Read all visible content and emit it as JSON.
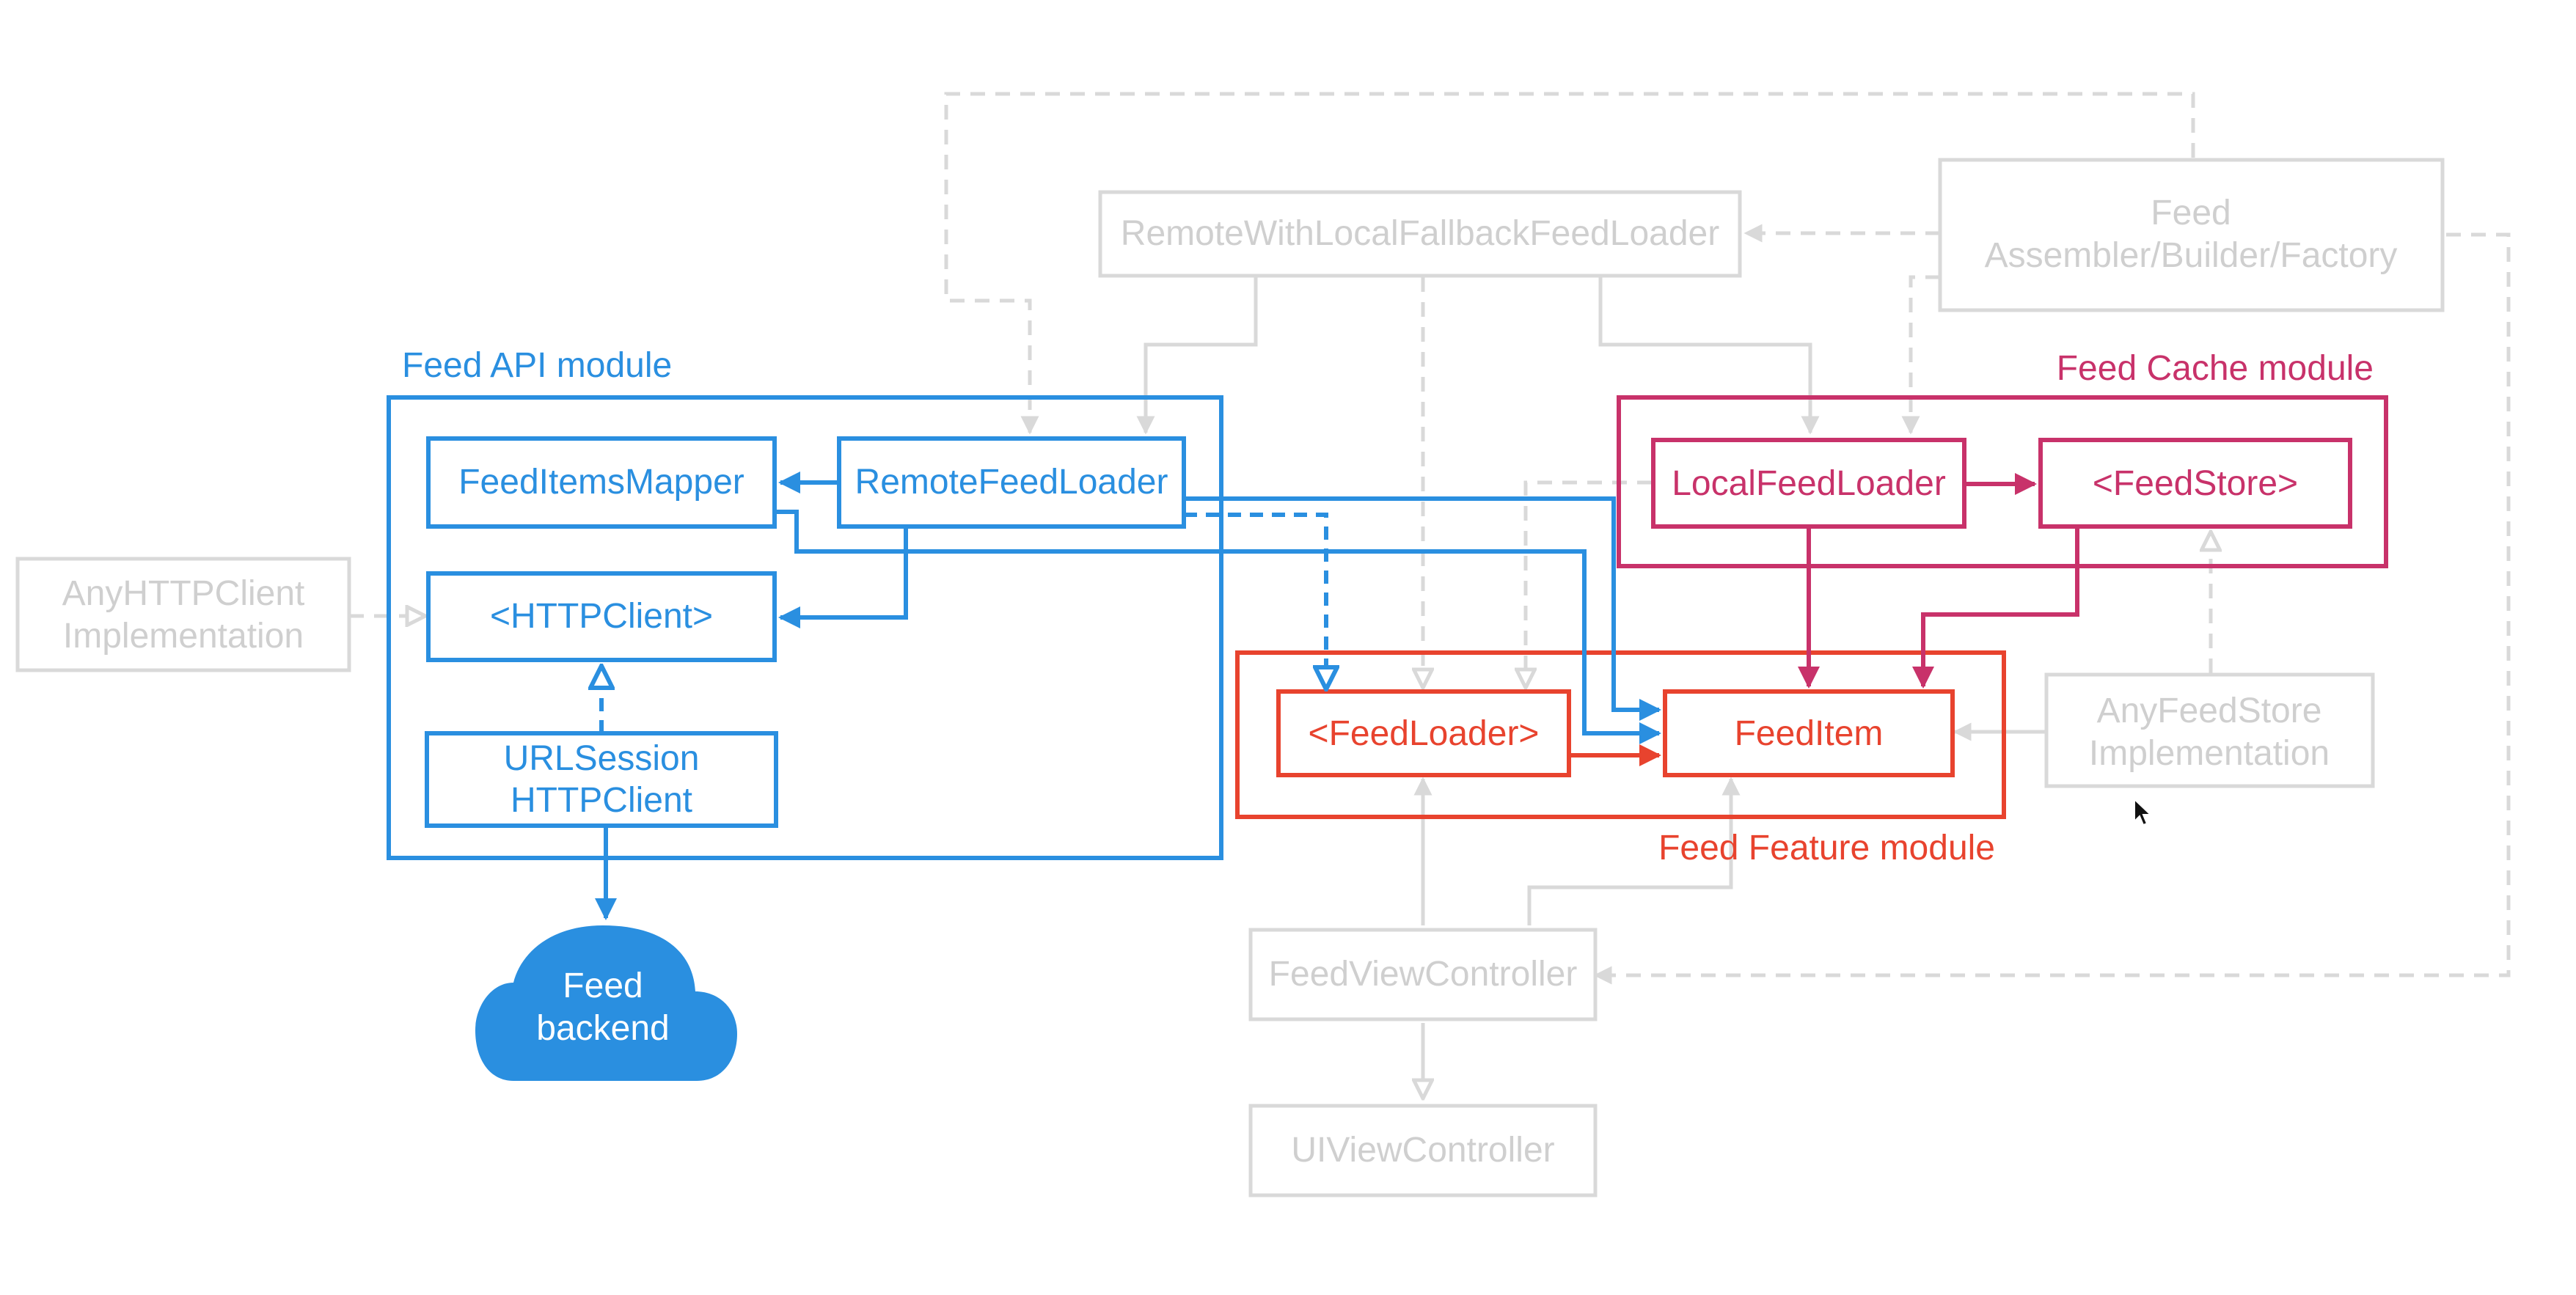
{
  "colors": {
    "api": "#2a8fe0",
    "cache": "#c8326a",
    "feature": "#e8432e",
    "inactive": "#d9d9d9",
    "inactive_text": "#cfcfcf",
    "cloud_text": "#ffffff"
  },
  "modules": {
    "api": {
      "title": "Feed API module"
    },
    "cache": {
      "title": "Feed Cache module"
    },
    "feature": {
      "title": "Feed Feature module"
    }
  },
  "nodes": {
    "remote_with_local_fallback": {
      "line1": "RemoteWithLocalFallbackFeedLoader"
    },
    "assembler": {
      "line1": "Feed",
      "line2": "Assembler/Builder/Factory"
    },
    "feed_items_mapper": {
      "line1": "FeedItemsMapper"
    },
    "remote_feed_loader": {
      "line1": "RemoteFeedLoader"
    },
    "http_client": {
      "line1": "<HTTPClient>"
    },
    "urlsession_http_client": {
      "line1": "URLSession",
      "line2": "HTTPClient"
    },
    "any_http_client_impl": {
      "line1": "AnyHTTPClient",
      "line2": "Implementation"
    },
    "local_feed_loader": {
      "line1": "LocalFeedLoader"
    },
    "feed_store": {
      "line1": "<FeedStore>"
    },
    "feed_loader": {
      "line1": "<FeedLoader>"
    },
    "feed_item": {
      "line1": "FeedItem"
    },
    "any_feed_store_impl": {
      "line1": "AnyFeedStore",
      "line2": "Implementation"
    },
    "feed_view_controller": {
      "line1": "FeedViewController"
    },
    "ui_view_controller": {
      "line1": "UIViewController"
    },
    "feed_backend": {
      "line1": "Feed",
      "line2": "backend"
    }
  }
}
